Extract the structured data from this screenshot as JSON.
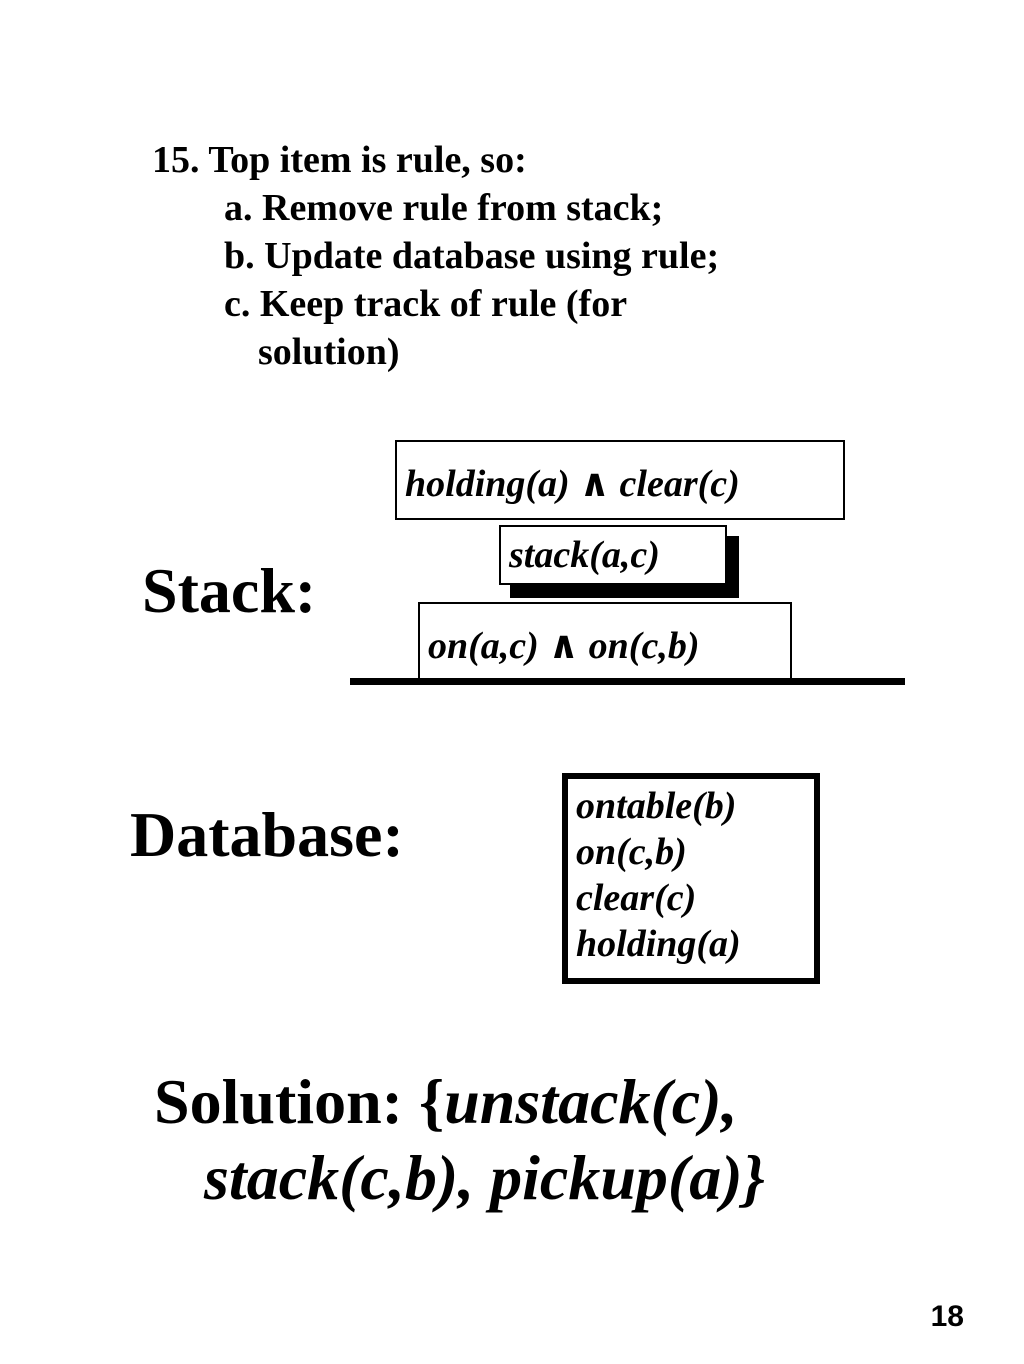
{
  "steps": {
    "heading": "15. Top item is rule, so:",
    "items": [
      "a. Remove rule from stack;",
      "b. Update database using rule;",
      "c. Keep track of rule (for"
    ],
    "continuation": "solution)"
  },
  "stack": {
    "label": "Stack:",
    "items": [
      "holding(a) ∧ clear(c)",
      "stack(a,c)",
      "on(a,c) ∧ on(c,b)"
    ]
  },
  "database": {
    "label": "Database:",
    "facts": [
      "ontable(b)",
      "on(c,b)",
      "clear(c)",
      "holding(a)"
    ]
  },
  "solution": {
    "label": "Solution: {",
    "line1": "unstack(c),",
    "line2": "stack(c,b), pickup(a)}"
  },
  "page_number": "18"
}
